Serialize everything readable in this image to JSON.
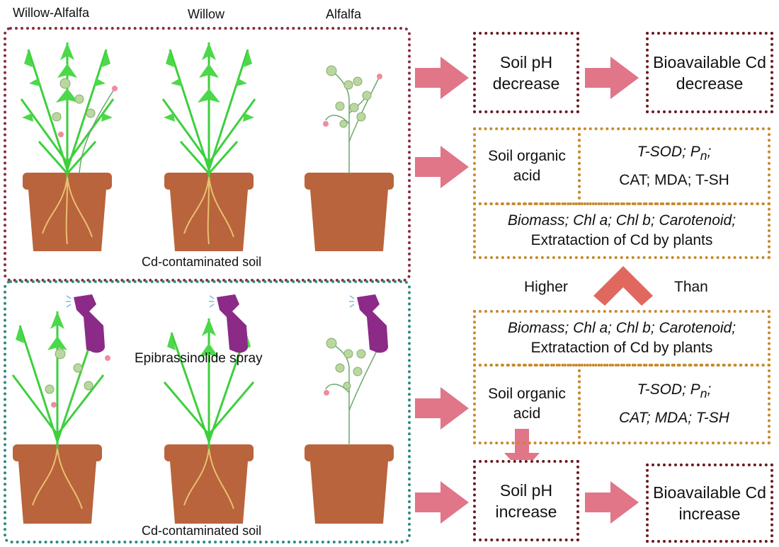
{
  "columns": {
    "willow_alfalfa": "Willow-Alfalfa",
    "willow": "Willow",
    "alfalfa": "Alfalfa"
  },
  "top_panel": {
    "soil_label": "Cd-contaminated soil"
  },
  "bottom_panel": {
    "spray_label": "Epibrassinolide spray",
    "soil_label": "Cd-contaminated soil"
  },
  "top_flow": {
    "soil_ph": "Soil pH decrease",
    "bioavailable": "Bioavailable Cd decrease",
    "organic_acid": "Soil organic acid",
    "enzymes_line1": "T-SOD; P",
    "enzymes_sub": "n",
    "enzymes_semi": ";",
    "enzymes_line2": "CAT; MDA; T-SH",
    "biomass_line1": "Biomass; Chl a; Chl b; Carotenoid;",
    "biomass_line2": "Extrataction of Cd by plants"
  },
  "comparison": {
    "higher": "Higher",
    "than": "Than"
  },
  "bottom_flow": {
    "biomass_line1": "Biomass; Chl a; Chl b; Carotenoid;",
    "biomass_line2": "Extrataction of Cd by plants",
    "organic_acid": "Soil organic acid",
    "enzymes_line1": "T-SOD; P",
    "enzymes_sub": "n",
    "enzymes_semi": ";",
    "enzymes_line2": "CAT; MDA; T-SH",
    "soil_ph": "Soil pH increase",
    "bioavailable": "Bioavailable Cd increase"
  },
  "colors": {
    "dark_red_border": "#6a1a22",
    "top_region_border": "#8a2c3c",
    "bottom_region_border": "#2e8a7e",
    "orange_border": "#c68a2c",
    "arrow_fill": "#e07688",
    "up_arrow_fill": "#e1685e",
    "pot": "#b9643c",
    "leaf": "#4cd84a",
    "spray_bottle": "#8c2a88"
  }
}
